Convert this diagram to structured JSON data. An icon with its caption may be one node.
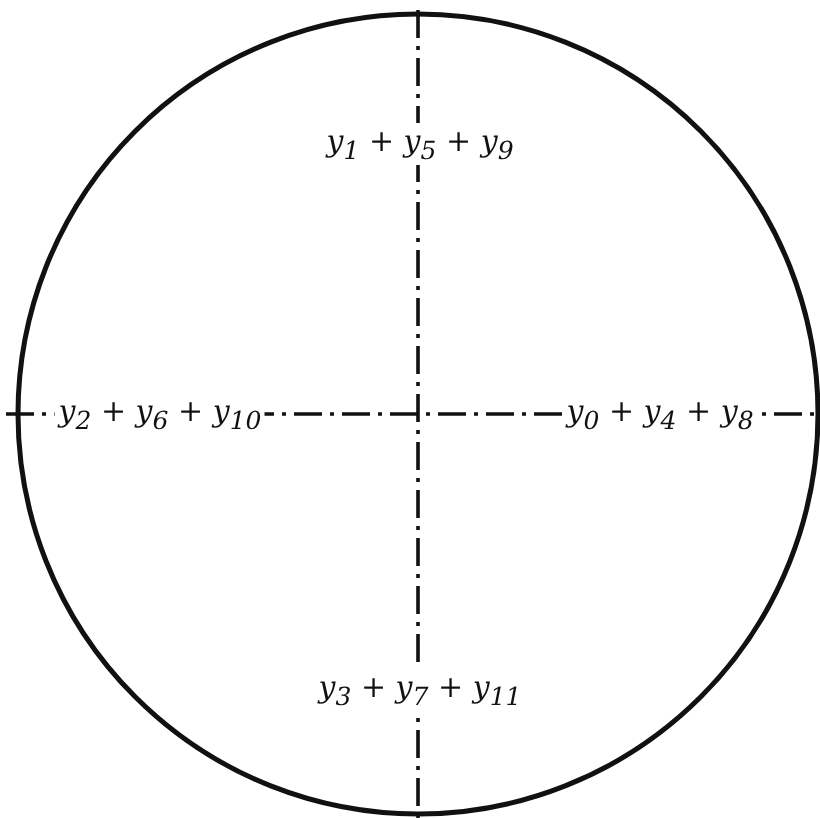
{
  "diagram": {
    "labels": [
      "y$_{1}$ + y$_{5}$ + y$_{9}$",
      "y$_{2}$ + y$_{6}$ + y$_{10}$",
      "y$_{0}$ + y$_{4}$ + y$_{8}$",
      "y$_{3}$ + y$_{7}$ + y$_{11}$"
    ]
  }
}
